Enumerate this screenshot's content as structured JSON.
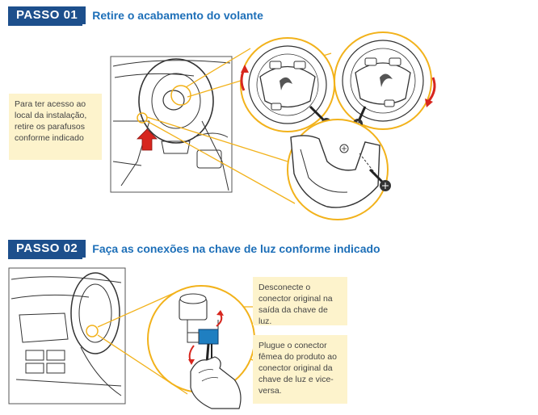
{
  "step1": {
    "badge": "PASSO 01",
    "title": "Retire o acabamento do volante",
    "note": "Para ter acesso ao local da instalação, retire os parafusos conforme indicado"
  },
  "step2": {
    "badge": "PASSO 02",
    "title": "Faça as conexões na chave de luz conforme indicado",
    "note1": "Desconecte o conector original na saída da chave de luz.",
    "note2": "Plugue o conector fêmea do produto ao conector original da chave de luz e vice-versa."
  },
  "colors": {
    "badge_bg": "#1d4f8c",
    "title_text": "#1d6fb8",
    "note_bg": "#fdf3cc",
    "callout_line": "#f2b21b",
    "arrow_red": "#d7261e",
    "connector_blue": "#1f7fc1"
  }
}
